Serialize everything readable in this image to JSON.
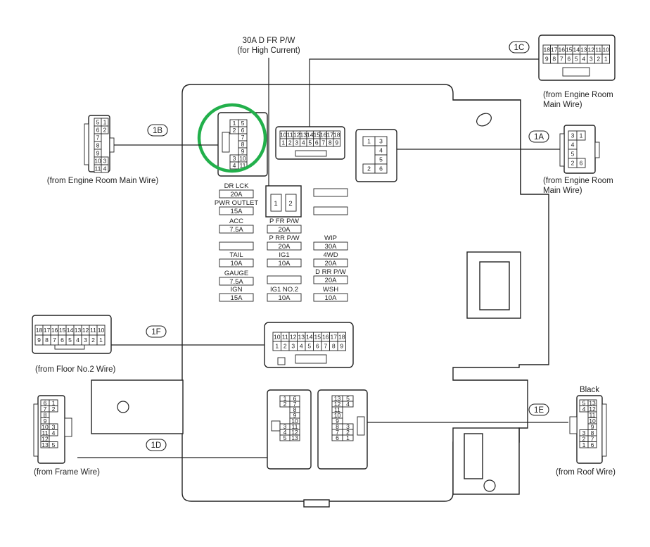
{
  "top_note": {
    "line1": "30A D FR P/W",
    "line2": "(for High Current)"
  },
  "highlight_color": "#22b04b",
  "connectors": {
    "1A": {
      "tag": "1A",
      "source_line1": "(from Engine Room",
      "source_line2": "Main Wire)",
      "pins": [
        "3",
        "1",
        "4",
        "5",
        "6",
        "2"
      ]
    },
    "1B": {
      "tag": "1B",
      "source": "(from Engine Room Main Wire)",
      "pins": [
        "5",
        "1",
        "6",
        "2",
        "7",
        "8",
        "9",
        "10",
        "3",
        "11",
        "4"
      ]
    },
    "1C": {
      "tag": "1C",
      "source_line1": "(from Engine Room",
      "source_line2": "Main Wire)",
      "row1": [
        "18",
        "17",
        "16",
        "15",
        "14",
        "13",
        "12",
        "11",
        "10"
      ],
      "row2": [
        "9",
        "8",
        "7",
        "6",
        "5",
        "4",
        "3",
        "2",
        "1"
      ]
    },
    "1D": {
      "tag": "1D",
      "source": "(from Frame Wire)",
      "pins": [
        "6",
        "1",
        "7",
        "2",
        "8",
        "9",
        "10",
        "3",
        "11",
        "4",
        "12",
        "13",
        "5"
      ]
    },
    "1E": {
      "tag": "1E",
      "color_label": "Black",
      "source": "(from Roof Wire)",
      "pins": [
        "5",
        "13",
        "4",
        "12",
        "11",
        "10",
        "9",
        "3",
        "8",
        "2",
        "7",
        "1",
        "6"
      ]
    },
    "1F": {
      "tag": "1F",
      "source": "(from Floor No.2 Wire)",
      "row1": [
        "18",
        "17",
        "16",
        "15",
        "14",
        "13",
        "12",
        "11",
        "10"
      ],
      "row2": [
        "9",
        "8",
        "7",
        "6",
        "5",
        "4",
        "3",
        "2",
        "1"
      ]
    }
  },
  "box_sockets": {
    "s1b": {
      "pins": [
        "1",
        "5",
        "2",
        "6",
        "7",
        "8",
        "9",
        "3",
        "10",
        "4",
        "11"
      ]
    },
    "s1c": {
      "row1": [
        "10",
        "11",
        "12",
        "13",
        "14",
        "15",
        "16",
        "17",
        "18"
      ],
      "row2": [
        "1",
        "2",
        "3",
        "4",
        "5",
        "6",
        "7",
        "8",
        "9"
      ]
    },
    "s1a": {
      "pins": [
        "1",
        "3",
        "4",
        "5",
        "2",
        "6"
      ]
    },
    "s1f": {
      "row1": [
        "10",
        "11",
        "12",
        "13",
        "14",
        "15",
        "16",
        "17",
        "18"
      ],
      "row2": [
        "1",
        "2",
        "3",
        "4",
        "5",
        "6",
        "7",
        "8",
        "9"
      ]
    },
    "s1d": {
      "pins": [
        "1",
        "6",
        "2",
        "7",
        "8",
        "9",
        "10",
        "3",
        "11",
        "4",
        "12",
        "5",
        "13"
      ]
    },
    "s1e": {
      "pins": [
        "13",
        "5",
        "12",
        "4",
        "11",
        "10",
        "9",
        "8",
        "3",
        "7",
        "2",
        "6",
        "1"
      ]
    }
  },
  "relay": {
    "pin1": "1",
    "pin2": "2"
  },
  "fuses": {
    "col1": [
      {
        "name": "DR LCK",
        "amp": "20A"
      },
      {
        "name": "PWR OUTLET",
        "amp": "15A"
      },
      {
        "name": "ACC",
        "amp": "7.5A"
      },
      {
        "name": "",
        "amp": ""
      },
      {
        "name": "TAIL",
        "amp": "10A"
      },
      {
        "name": "GAUGE",
        "amp": "7.5A"
      },
      {
        "name": "IGN",
        "amp": "15A"
      }
    ],
    "col2": [
      {
        "name": "P FR P/W",
        "amp": "20A"
      },
      {
        "name": "P RR P/W",
        "amp": "20A"
      },
      {
        "name": "IG1",
        "amp": "10A"
      },
      {
        "name": "",
        "amp": ""
      },
      {
        "name": "IG1 NO.2",
        "amp": "10A"
      }
    ],
    "col3": [
      {
        "name": "",
        "amp": ""
      },
      {
        "name": "",
        "amp": ""
      },
      {
        "name": "WIP",
        "amp": "30A"
      },
      {
        "name": "4WD",
        "amp": "20A"
      },
      {
        "name": "D RR P/W",
        "amp": "20A"
      },
      {
        "name": "WSH",
        "amp": "10A"
      }
    ]
  }
}
